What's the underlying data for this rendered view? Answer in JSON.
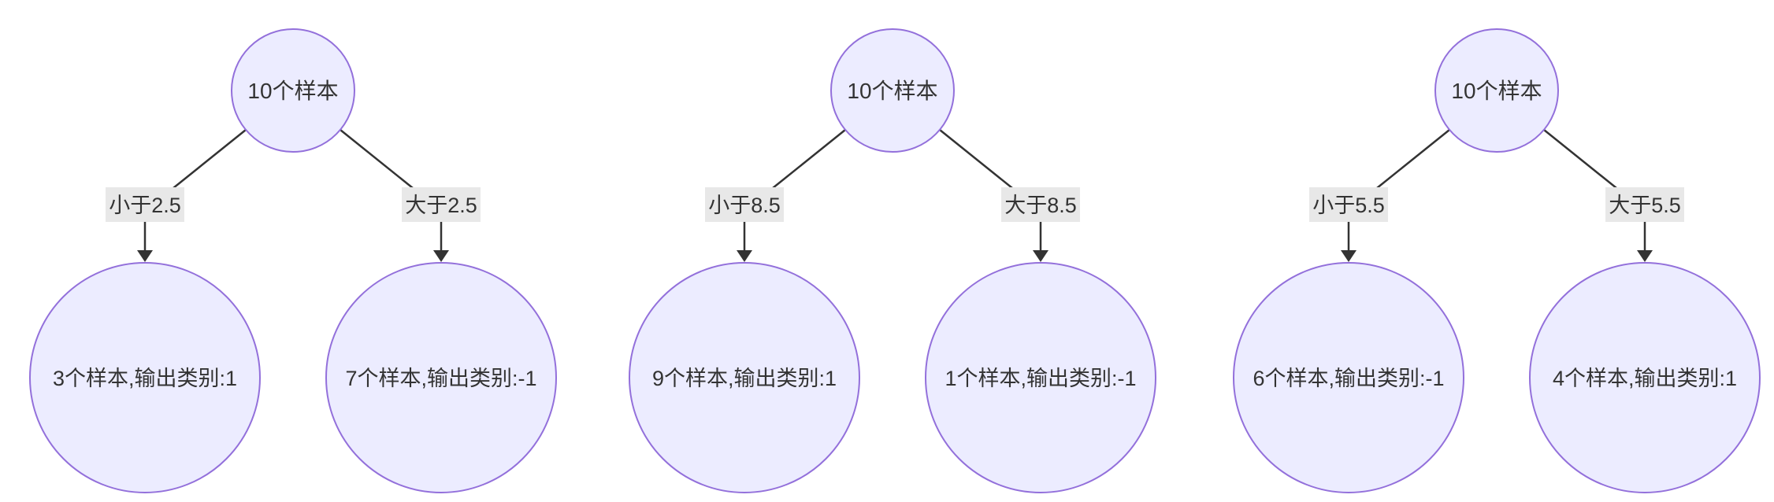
{
  "diagram": {
    "type": "decision-tree-diagram",
    "background": "#ffffff",
    "colors": {
      "background": "#ffffff",
      "node_fill": "#ECECFF",
      "node_stroke": "#9370DB",
      "edge_color": "#333333",
      "edge_label_bg": "#e8e8e8",
      "text_color": "#333333"
    },
    "trees": [
      {
        "root": "10个样本",
        "left_branch": {
          "condition": "小于2.5",
          "leaf": "3个样本,输出类别:1"
        },
        "right_branch": {
          "condition": "大于2.5",
          "leaf": "7个样本,输出类别:-1"
        }
      },
      {
        "root": "10个样本",
        "left_branch": {
          "condition": "小于8.5",
          "leaf": "9个样本,输出类别:1"
        },
        "right_branch": {
          "condition": "大于8.5",
          "leaf": "1个样本,输出类别:-1"
        }
      },
      {
        "root": "10个样本",
        "left_branch": {
          "condition": "小于5.5",
          "leaf": "6个样本,输出类别:-1"
        },
        "right_branch": {
          "condition": "大于5.5",
          "leaf": "4个样本,输出类别:1"
        }
      }
    ]
  }
}
